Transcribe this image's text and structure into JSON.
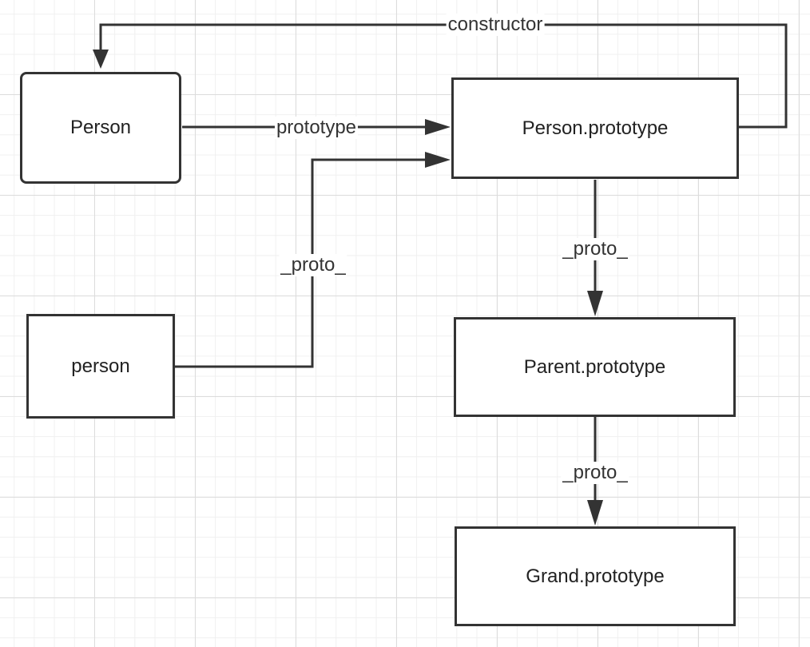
{
  "colors": {
    "stroke": "#333333",
    "text": "#222222",
    "grid_major": "#dcdcdc",
    "grid_minor": "#f0f0f0",
    "background": "#ffffff"
  },
  "nodes": {
    "person_constructor": "Person",
    "person_prototype": "Person.prototype",
    "person_instance": "person",
    "parent_prototype": "Parent.prototype",
    "grand_prototype": "Grand.prototype"
  },
  "edges": {
    "constructor": "constructor",
    "prototype": "prototype",
    "instance_proto": "_proto_",
    "person_to_parent_proto": "_proto_",
    "parent_to_grand_proto": "_proto_"
  }
}
